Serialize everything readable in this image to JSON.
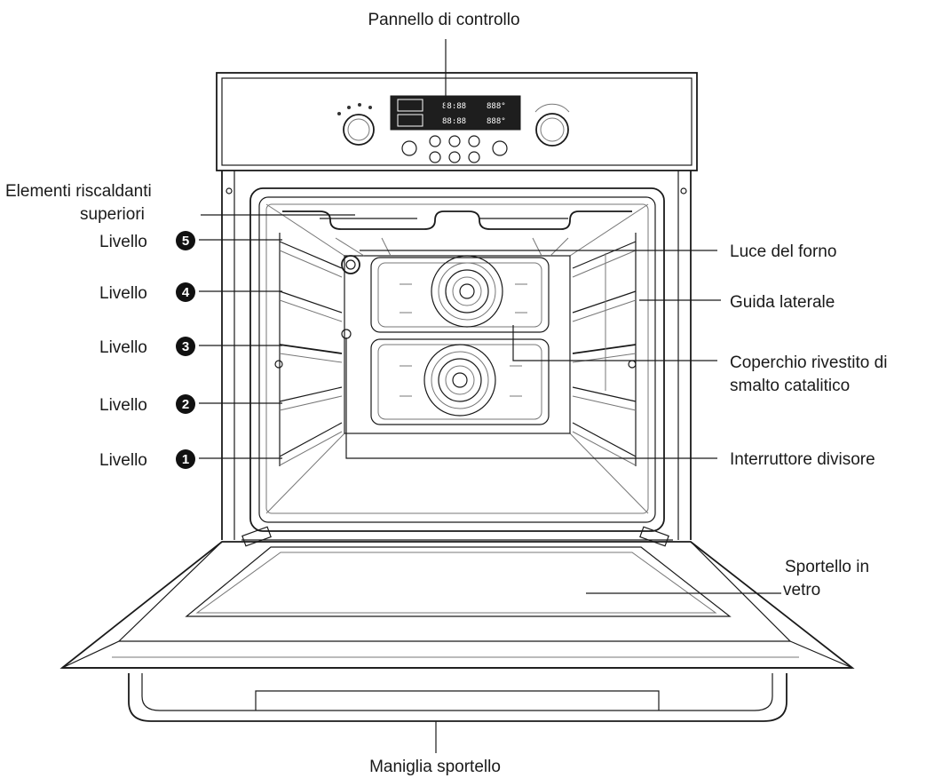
{
  "labels": {
    "control_panel": "Pannello di controllo",
    "top_heaters_line1": "Elementi riscaldanti",
    "top_heaters_line2": "superiori",
    "oven_light": "Luce del forno",
    "side_guide": "Guida laterale",
    "catalytic_line1": "Coperchio rivestito di",
    "catalytic_line2": "smalto catalitico",
    "divider_switch": "Interruttore divisore",
    "glass_door_line1": "Sportello in",
    "glass_door_line2": "vetro",
    "door_handle": "Maniglia sportello"
  },
  "levels": [
    {
      "word": "Livello",
      "num": "5"
    },
    {
      "word": "Livello",
      "num": "4"
    },
    {
      "word": "Livello",
      "num": "3"
    },
    {
      "word": "Livello",
      "num": "2"
    },
    {
      "word": "Livello",
      "num": "1"
    }
  ],
  "display": {
    "row1_time": "88:88",
    "row1_temp": "888°",
    "row2_time": "88:88",
    "row2_temp": "888°"
  },
  "colors": {
    "line": "#1a1a1a",
    "display_bg": "#1e1e1e",
    "badge": "#111111"
  }
}
